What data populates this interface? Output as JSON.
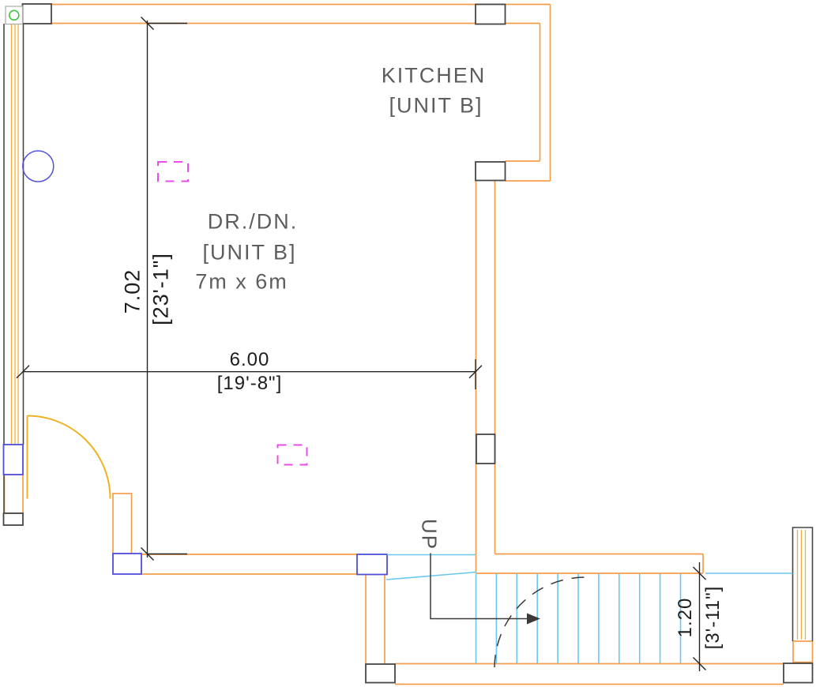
{
  "drawing": {
    "rooms": {
      "kitchen": {
        "name": "KITCHEN",
        "unit": "[UNIT B]"
      },
      "dining": {
        "name": "DR./DN.",
        "unit": "[UNIT B]",
        "size": "7m x 6m"
      }
    },
    "stair_label": "UP",
    "dimensions": {
      "room_width": {
        "meters": "6.00",
        "feet_inches": "[19'-8\"]"
      },
      "room_height": {
        "meters": "7.02",
        "feet_inches": "[23'-1\"]"
      },
      "stair_width": {
        "meters": "1.20",
        "feet_inches": "[3'-11\"]"
      }
    },
    "colors": {
      "wall_orange": "#F49E4C",
      "window_glazing": "#EFAF3C",
      "door_gold": "#EDB322",
      "stair_cyan": "#6AC8EE",
      "column_gray": "#474747",
      "marker_blue": "#4F4FDA",
      "marker_green": "#44C244",
      "fixture_magenta": "#E94DE9",
      "dimension_dark": "#262626",
      "label_gray": "#5D5D5D"
    }
  }
}
